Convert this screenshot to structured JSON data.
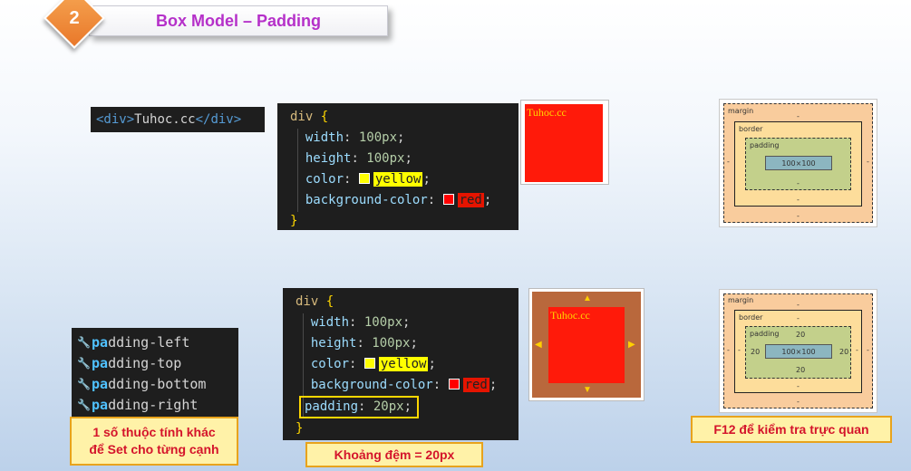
{
  "header": {
    "step_number": "2",
    "title": "Box Model – Padding"
  },
  "html_snippet": {
    "open_tag": "<div>",
    "text": "Tuhoc.cc",
    "close_tag": "</div>"
  },
  "code1": {
    "selector": "div",
    "open_brace": "{",
    "close_brace": "}",
    "lines": [
      {
        "prop": "width",
        "value": "100px"
      },
      {
        "prop": "height",
        "value": "100px"
      },
      {
        "prop": "color",
        "value": "yellow"
      },
      {
        "prop": "background-color",
        "value": "red"
      }
    ]
  },
  "code2": {
    "selector": "div",
    "open_brace": "{",
    "close_brace": "}",
    "lines": [
      {
        "prop": "width",
        "value": "100px"
      },
      {
        "prop": "height",
        "value": "100px"
      },
      {
        "prop": "color",
        "value": "yellow"
      },
      {
        "prop": "background-color",
        "value": "red"
      },
      {
        "prop": "padding",
        "value": "20px"
      }
    ]
  },
  "preview": {
    "label": "Tuhoc.cc",
    "text_color": "#ffd400",
    "box_color": "#ff1a0a",
    "padding_color": "#b9683c"
  },
  "boxmodel1": {
    "margin": "margin",
    "border": "border",
    "padding": "padding",
    "content": "100×100",
    "dash": "-"
  },
  "boxmodel2": {
    "margin": "margin",
    "border": "border",
    "padding": "padding",
    "content": "100×100",
    "pad_value": "20",
    "dash": "-"
  },
  "properties": {
    "match": "pa",
    "items": [
      "dding-left",
      "dding-top",
      "dding-bottom",
      "dding-right"
    ]
  },
  "labels": {
    "other_props": [
      "1 số thuộc tính khác",
      "để Set cho từng cạnh"
    ],
    "padding_value": "Khoảng đệm = 20px",
    "f12": "F12 để kiểm tra trực quan"
  }
}
